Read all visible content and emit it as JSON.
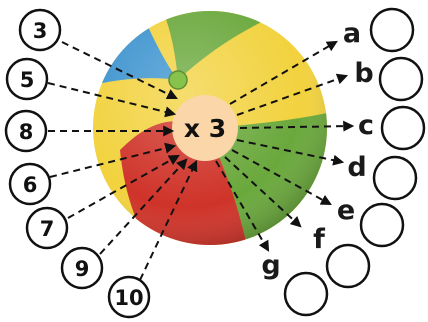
{
  "center": {
    "operation": "x 3"
  },
  "inputs": [
    "3",
    "5",
    "8",
    "6",
    "7",
    "9",
    "10"
  ],
  "outputs": [
    "a",
    "b",
    "c",
    "d",
    "e",
    "f",
    "g"
  ],
  "colors": {
    "ball_blue": "#3c93cf",
    "ball_green": "#6aa83c",
    "ball_yellow": "#f2d23e",
    "ball_red": "#cf3329",
    "center_fill": "#fbd6a8",
    "ink": "#111111"
  }
}
